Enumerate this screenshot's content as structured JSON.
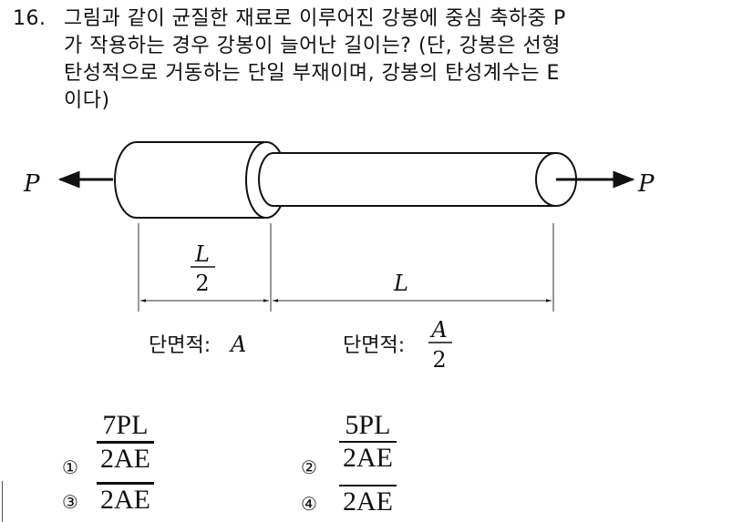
{
  "question": {
    "number": "16.",
    "lines": [
      "그림과 같이 균질한 재료로 이루어진 강봉에 중심 축하중 P",
      "가 작용하는 경우 강봉이 늘어난 길이는? (단, 강봉은 선형",
      "탄성적으로 거동하는 단일 부재이며, 강봉의 탄성계수는 E",
      "이다)"
    ]
  },
  "diagram": {
    "load_left": "P",
    "load_right": "P",
    "segment1": {
      "length_num": "L",
      "length_den": "2",
      "area_label": "단면적:",
      "area": "A"
    },
    "segment2": {
      "length": "L",
      "area_label": "단면적:",
      "area_num": "A",
      "area_den": "2"
    }
  },
  "choices": [
    {
      "marker": "①",
      "numerator": "7PL",
      "denominator": "2AE"
    },
    {
      "marker": "②",
      "numerator": "5PL",
      "denominator": "2AE"
    },
    {
      "marker": "③",
      "numerator": "",
      "denominator": "2AE"
    },
    {
      "marker": "④",
      "numerator": "",
      "denominator": "2AE"
    }
  ]
}
